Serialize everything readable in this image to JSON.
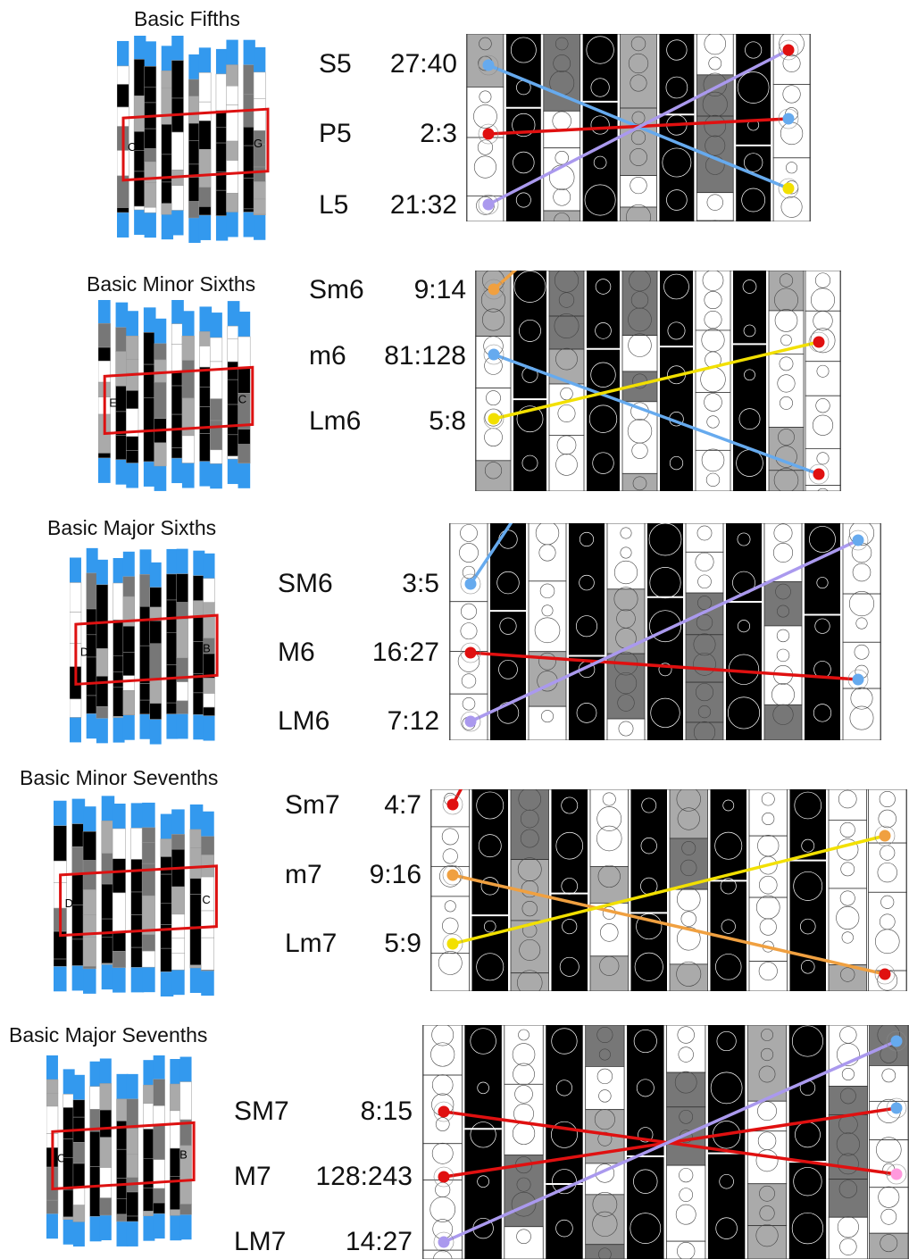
{
  "sections": [
    {
      "title": "Basic Fifths",
      "left_note": "C",
      "right_note": "G",
      "rows": [
        {
          "name": "S5",
          "ratio": "27:40"
        },
        {
          "name": "P5",
          "ratio": "2:3"
        },
        {
          "name": "L5",
          "ratio": "21:32"
        }
      ],
      "lines": [
        {
          "color": "#66aaee",
          "left_row": 0,
          "right_row": 2,
          "left_dot": "#66aaee",
          "right_dot": "#f2e000"
        },
        {
          "color": "#e01010",
          "left_row": 1,
          "right_row": 1,
          "left_dot": "#e01010",
          "right_dot": "#66aaee"
        },
        {
          "color": "#aa99ee",
          "left_row": 2,
          "right_row": 0,
          "left_dot": "#aa99ee",
          "right_dot": "#e01010"
        }
      ]
    },
    {
      "title": "Basic Minor Sixths",
      "left_note": "E",
      "right_note": "C",
      "rows": [
        {
          "name": "Sm6",
          "ratio": "9:14"
        },
        {
          "name": "m6",
          "ratio": "81:128"
        },
        {
          "name": "Lm6",
          "ratio": "5:8"
        }
      ],
      "lines": [
        {
          "color": "#f0a040",
          "left_row": 0,
          "right_row": 3,
          "left_dot": "#f0a040",
          "right_dot": "#aa99ee"
        },
        {
          "color": "#66aaee",
          "left_row": 1,
          "right_row": 2,
          "left_dot": "#66aaee",
          "right_dot": "#e01010"
        },
        {
          "color": "#f2e000",
          "left_row": 2,
          "right_row": 0,
          "left_dot": "#f2e000",
          "right_dot": "#e01010"
        }
      ]
    },
    {
      "title": "Basic Major Sixths",
      "left_note": "D",
      "right_note": "B",
      "rows": [
        {
          "name": "SM6",
          "ratio": "3:5"
        },
        {
          "name": "M6",
          "ratio": "16:27"
        },
        {
          "name": "LM6",
          "ratio": "7:12"
        }
      ],
      "lines": [
        {
          "color": "#66aaee",
          "left_row": 0,
          "right_row": 3,
          "left_dot": "#66aaee",
          "right_dot": "#f2e000"
        },
        {
          "color": "#e01010",
          "left_row": 1,
          "right_row": 2,
          "left_dot": "#e01010",
          "right_dot": "#66aaee"
        },
        {
          "color": "#aa99ee",
          "left_row": 2,
          "right_row": 0,
          "left_dot": "#aa99ee",
          "right_dot": "#66aaee"
        }
      ]
    },
    {
      "title": "Basic Minor Sevenths",
      "left_note": "D",
      "right_note": "C",
      "rows": [
        {
          "name": "Sm7",
          "ratio": "4:7"
        },
        {
          "name": "m7",
          "ratio": "9:16"
        },
        {
          "name": "Lm7",
          "ratio": "5:9"
        }
      ],
      "lines": [
        {
          "color": "#e01010",
          "left_row": 0,
          "right_row": 3,
          "left_dot": "#e01010",
          "right_dot": "#aa99ee"
        },
        {
          "color": "#f0a040",
          "left_row": 1,
          "right_row": 2,
          "left_dot": "#f0a040",
          "right_dot": "#e01010"
        },
        {
          "color": "#f2e000",
          "left_row": 2,
          "right_row": 0,
          "left_dot": "#f2e000",
          "right_dot": "#f0a040"
        }
      ]
    },
    {
      "title": "Basic Major Sevenths",
      "left_note": "C",
      "right_note": "B",
      "rows": [
        {
          "name": "SM7",
          "ratio": "8:15"
        },
        {
          "name": "M7",
          "ratio": "128:243"
        },
        {
          "name": "LM7",
          "ratio": "14:27"
        }
      ],
      "lines": [
        {
          "color": "#e01010",
          "left_row": 0,
          "right_row": 2,
          "left_dot": "#e01010",
          "right_dot": "#ff99dd"
        },
        {
          "color": "#e01010",
          "left_row": 1,
          "right_row": 1,
          "left_dot": "#e01010",
          "right_dot": "#66aaee"
        },
        {
          "color": "#aa99ee",
          "left_row": 2,
          "right_row": 0,
          "left_dot": "#aa99ee",
          "right_dot": "#66aaee"
        }
      ]
    }
  ],
  "colors": {
    "key_black": "#000000",
    "key_white": "#ffffff",
    "key_gray_light": "#aaaaaa",
    "key_gray_dark": "#777777",
    "thumb_blue": "#3399ee",
    "highlight_red": "#dd1111"
  }
}
